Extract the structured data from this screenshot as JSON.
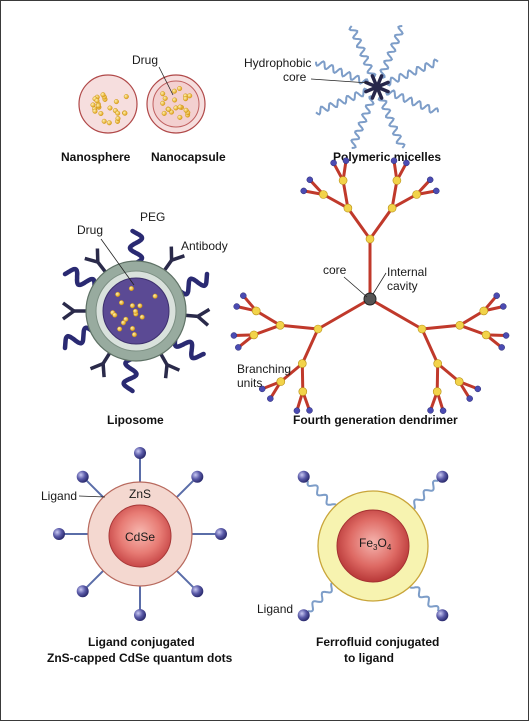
{
  "captions": {
    "nanosphere": "Nanosphere",
    "nanocapsule": "Nanocapsule",
    "micelles": "Polymeric micelles",
    "liposome": "Liposome",
    "dendrimer": "Fourth generation dendrimer",
    "qdots_line1": "Ligand conjugated",
    "qdots_line2": "ZnS-capped CdSe quantum dots",
    "ferro_line1": "Ferrofluid conjugated",
    "ferro_line2": "to ligand"
  },
  "labels": {
    "drug_nanocapsule": "Drug",
    "hydrophobic_line1": "Hydrophobic",
    "hydrophobic_line2": "core",
    "peg": "PEG",
    "drug_liposome": "Drug",
    "antibody": "Antibody",
    "core": "core",
    "internal_line1": "Internal",
    "internal_line2": "cavity",
    "branching_line1": "Branching",
    "branching_line2": "units",
    "ligand_qd": "Ligand",
    "zns": "ZnS",
    "cdse": "CdSe",
    "fe": "Fe",
    "fe_sub1": "3",
    "o": "O",
    "fe_sub2": "4",
    "ligand_ferro": "Ligand"
  },
  "colors": {
    "sphere_fill": "#f6dede",
    "sphere_stroke": "#b04848",
    "dot_fill": "#f5c33b",
    "polymer": "#7d9dc8",
    "micelle_core": "#26264a",
    "liposome_outer": "#98ab9f",
    "liposome_inner": "#d9e1dc",
    "liposome_core": "#5b4a94",
    "peg": "#2a2a72",
    "dendrimer_branch": "#c0392b",
    "dendrimer_joint": "#f2d34a",
    "dendrimer_tip": "#4b4bb2",
    "qd_shell": "#f4d8d0",
    "qd_core": "#e46a6a",
    "ligand_ball": "#5a5aa8",
    "ferro_shell": "#f7f3b0",
    "ferro_core": "#cc4a4a"
  }
}
